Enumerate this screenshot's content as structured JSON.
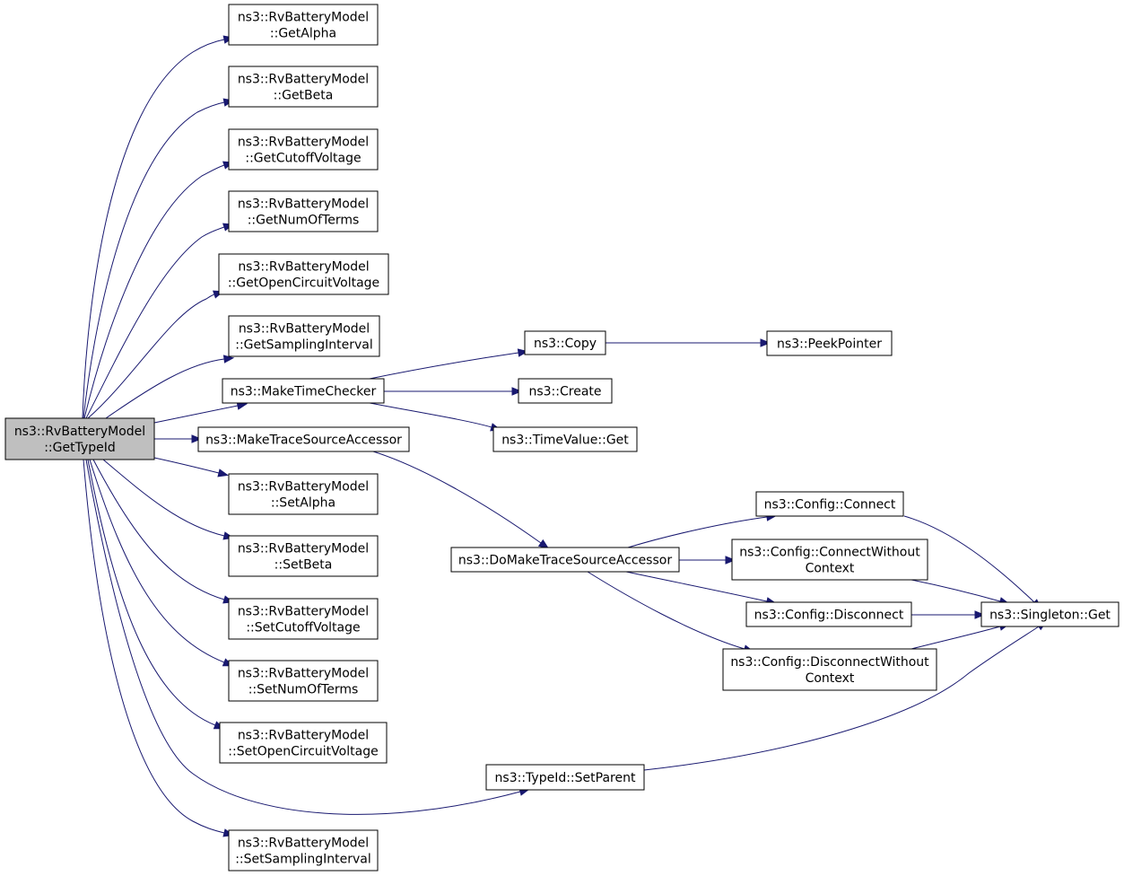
{
  "graph": {
    "colors": {
      "edge": "#191970",
      "root_fill": "#bfbfbf",
      "node_fill": "#ffffff",
      "node_stroke": "#000000"
    },
    "nodes": {
      "root": [
        "ns3::RvBatteryModel",
        "::GetTypeId"
      ],
      "getAlpha": [
        "ns3::RvBatteryModel",
        "::GetAlpha"
      ],
      "getBeta": [
        "ns3::RvBatteryModel",
        "::GetBeta"
      ],
      "getCutoff": [
        "ns3::RvBatteryModel",
        "::GetCutoffVoltage"
      ],
      "getNumTerms": [
        "ns3::RvBatteryModel",
        "::GetNumOfTerms"
      ],
      "getOpenCircuit": [
        "ns3::RvBatteryModel",
        "::GetOpenCircuitVoltage"
      ],
      "getSampling": [
        "ns3::RvBatteryModel",
        "::GetSamplingInterval"
      ],
      "makeTimeChecker": [
        "ns3::MakeTimeChecker"
      ],
      "makeTraceSourceAccessor": [
        "ns3::MakeTraceSourceAccessor"
      ],
      "setAlpha": [
        "ns3::RvBatteryModel",
        "::SetAlpha"
      ],
      "setBeta": [
        "ns3::RvBatteryModel",
        "::SetBeta"
      ],
      "setCutoff": [
        "ns3::RvBatteryModel",
        "::SetCutoffVoltage"
      ],
      "setNumTerms": [
        "ns3::RvBatteryModel",
        "::SetNumOfTerms"
      ],
      "setOpenCircuit": [
        "ns3::RvBatteryModel",
        "::SetOpenCircuitVoltage"
      ],
      "setSampling": [
        "ns3::RvBatteryModel",
        "::SetSamplingInterval"
      ],
      "copy": [
        "ns3::Copy"
      ],
      "peekPointer": [
        "ns3::PeekPointer"
      ],
      "create": [
        "ns3::Create"
      ],
      "timeValueGet": [
        "ns3::TimeValue::Get"
      ],
      "doMakeTraceSourceAccessor": [
        "ns3::DoMakeTraceSourceAccessor"
      ],
      "typeIdSetParent": [
        "ns3::TypeId::SetParent"
      ],
      "configConnect": [
        "ns3::Config::Connect"
      ],
      "configConnectWithoutContext": [
        "ns3::Config::ConnectWithout",
        "Context"
      ],
      "configDisconnect": [
        "ns3::Config::Disconnect"
      ],
      "configDisconnectWithoutContext": [
        "ns3::Config::DisconnectWithout",
        "Context"
      ],
      "singletonGet": [
        "ns3::Singleton::Get"
      ]
    }
  }
}
